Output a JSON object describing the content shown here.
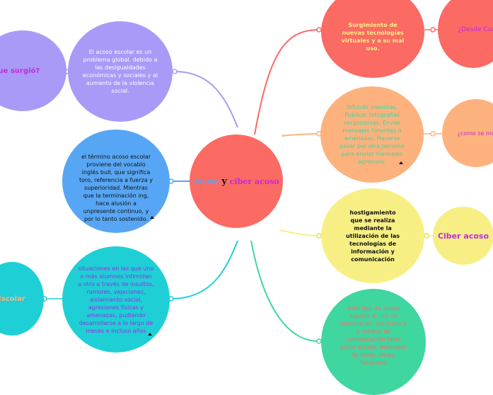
{
  "colors": {
    "center": "#fb6a63",
    "purple": "#a89af6",
    "blue": "#57a6f5",
    "teal": "#1ecfd6",
    "red": "#fb6a63",
    "orange": "#fdb27e",
    "yellow": "#f7ef84",
    "green": "#3fd6a0"
  },
  "center": {
    "word1": "Acoso",
    "word2": "y",
    "word3": "ciber acoso"
  },
  "left": {
    "purple": {
      "label": "¿De que surgió?",
      "text": "El acoso escolar es un problema global. debido a las desigualdades económicas y sociales y al aumento de la violencia social."
    },
    "blue": {
      "text": "el término acoso escolar proviene del vocablo inglés bull, que significa toro, referencia a fuerza y superioridad. Mientras que la terminación ing, hace alusión a unpresente continuo, y por lo tanto sostenido."
    },
    "teal": {
      "label": "Acoso Escolar",
      "text": "situaciones en las que uno o más alumnos intimidan a otro a través de insultos, rumores, vejaciones, aislamiento social, agresiones físicas y amenazas, pudiendo desarrollarse a lo largo de meses e incluso años"
    }
  },
  "right": {
    "red": {
      "text": "Surgimiento de nuevas tecnologías virtuales y a su mal uso.",
      "label": "¿Desde Cuando?"
    },
    "orange": {
      "text": "Difundir mentiras, Publicar fotografías vergonzosas, Enviar mensajes hirientes o amenazas, Hacerse pasar por otra persona para enviar mensajes agresivos.",
      "label": "¿como se manifiesta?"
    },
    "yellow": {
      "text": "hostigamiento que se realiza mediante la utilización de las tecnologías de información y comunicación",
      "label": "Ciber acoso"
    },
    "green": {
      "text": "este tipo de acoso supone el uso de información electrónica y medios de comunicación tales como emails, mensajes de texto, blogs, facebook"
    }
  }
}
